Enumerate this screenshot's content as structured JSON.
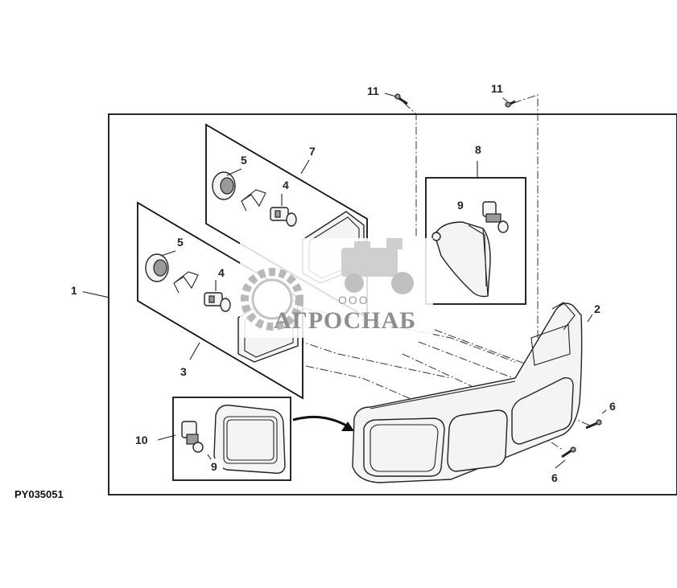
{
  "diagram": {
    "code": "PY035051",
    "callouts": {
      "c1": "1",
      "c2": "2",
      "c3": "3",
      "c4a": "4",
      "c4b": "4",
      "c5a": "5",
      "c5b": "5",
      "c6a": "6",
      "c6b": "6",
      "c7": "7",
      "c8": "8",
      "c9a": "9",
      "c9b": "9",
      "c10": "10",
      "c11a": "11",
      "c11b": "11"
    },
    "watermark": {
      "small": "ООО",
      "big": "АГРОСНАБ"
    }
  }
}
